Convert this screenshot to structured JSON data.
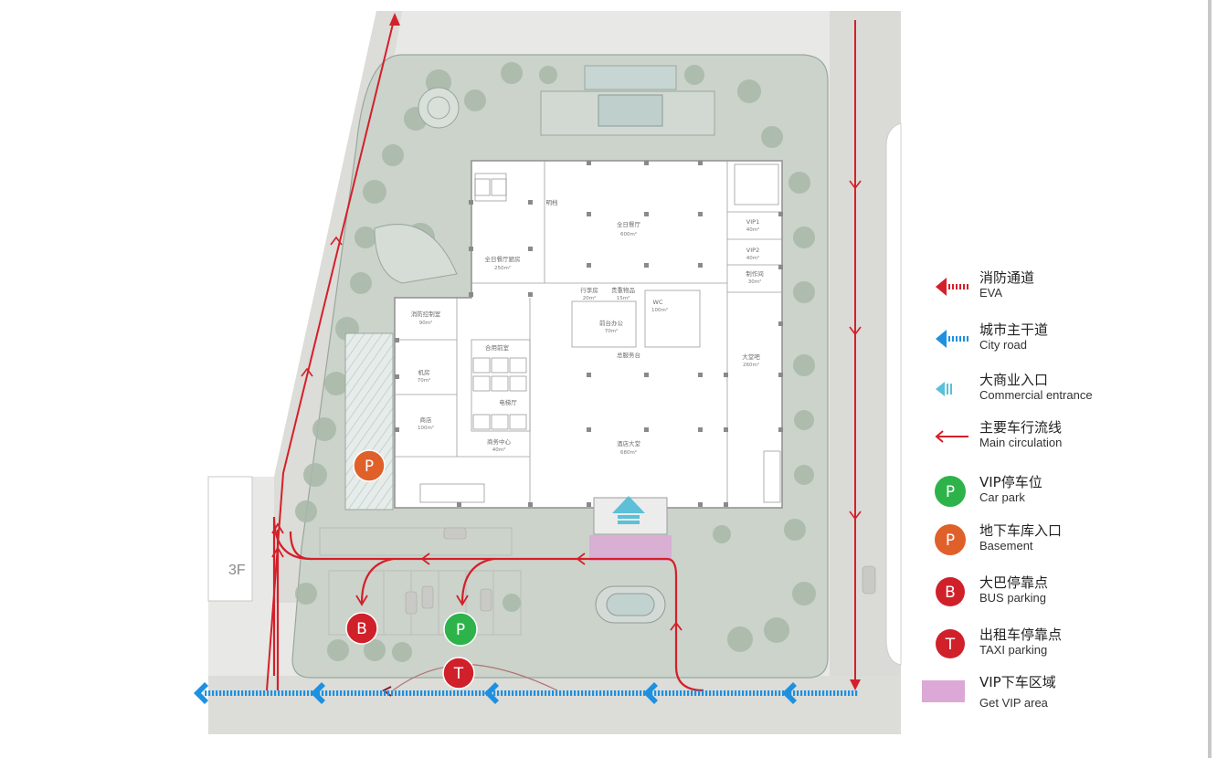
{
  "plan": {
    "floor_label": "3F",
    "rooms": [
      {
        "name": "全日餐厅",
        "area": "600m²"
      },
      {
        "name": "全日餐厅厨房",
        "area": "250m²"
      },
      {
        "name": "明档",
        "area": ""
      },
      {
        "name": "VIP1",
        "area": "40m²"
      },
      {
        "name": "VIP2",
        "area": "40m²"
      },
      {
        "name": "制作间",
        "area": "30m²"
      },
      {
        "name": "消防控制室",
        "area": "90m²"
      },
      {
        "name": "行李房",
        "area": "20m²"
      },
      {
        "name": "贵重物品",
        "area": "15m²"
      },
      {
        "name": "WC",
        "area": "100m²"
      },
      {
        "name": "前台办公",
        "area": "70m²"
      },
      {
        "name": "总服务台",
        "area": ""
      },
      {
        "name": "大堂吧",
        "area": "260m²"
      },
      {
        "name": "机房",
        "area": "70m²"
      },
      {
        "name": "商店",
        "area": "100m²"
      },
      {
        "name": "商务中心",
        "area": "40m²"
      },
      {
        "name": "酒店大堂",
        "area": "680m²"
      },
      {
        "name": "电梯厅",
        "area": ""
      },
      {
        "name": "合用前室",
        "area": ""
      }
    ],
    "markers": [
      {
        "letter": "P",
        "kind": "basement",
        "color": "#e0602a"
      },
      {
        "letter": "B",
        "kind": "bus",
        "color": "#d0202a"
      },
      {
        "letter": "P",
        "kind": "vip",
        "color": "#2db34a"
      },
      {
        "letter": "T",
        "kind": "taxi",
        "color": "#d0202a"
      }
    ]
  },
  "colors": {
    "eva": "#d4202a",
    "city_road": "#1e90e0",
    "commercial": "#5bc0d8",
    "circulation": "#d4202a",
    "vip_area": "#dca8d6"
  },
  "legend": [
    {
      "icon": "eva-arrow-icon",
      "zh": "消防通道",
      "en": "EVA"
    },
    {
      "icon": "city-road-arrow-icon",
      "zh": "城市主干道",
      "en": "City road"
    },
    {
      "icon": "commercial-entrance-icon",
      "zh": "大商业入口",
      "en": "Commercial entrance"
    },
    {
      "icon": "main-circulation-arrow-icon",
      "zh": "主要车行流线",
      "en": "Main circulation"
    },
    {
      "icon": "vip-parking-icon",
      "letter": "P",
      "zh": "VIP停车位",
      "en": "Car park"
    },
    {
      "icon": "basement-entrance-icon",
      "letter": "P",
      "zh": "地下车库入口",
      "en": "Basement"
    },
    {
      "icon": "bus-stop-icon",
      "letter": "B",
      "zh": "大巴停靠点",
      "en": "BUS parking"
    },
    {
      "icon": "taxi-stop-icon",
      "letter": "T",
      "zh": "出租车停靠点",
      "en": "TAXI parking"
    },
    {
      "icon": "vip-area-swatch-icon",
      "zh": "VIP下车区域",
      "en": "Get VIP area"
    }
  ]
}
